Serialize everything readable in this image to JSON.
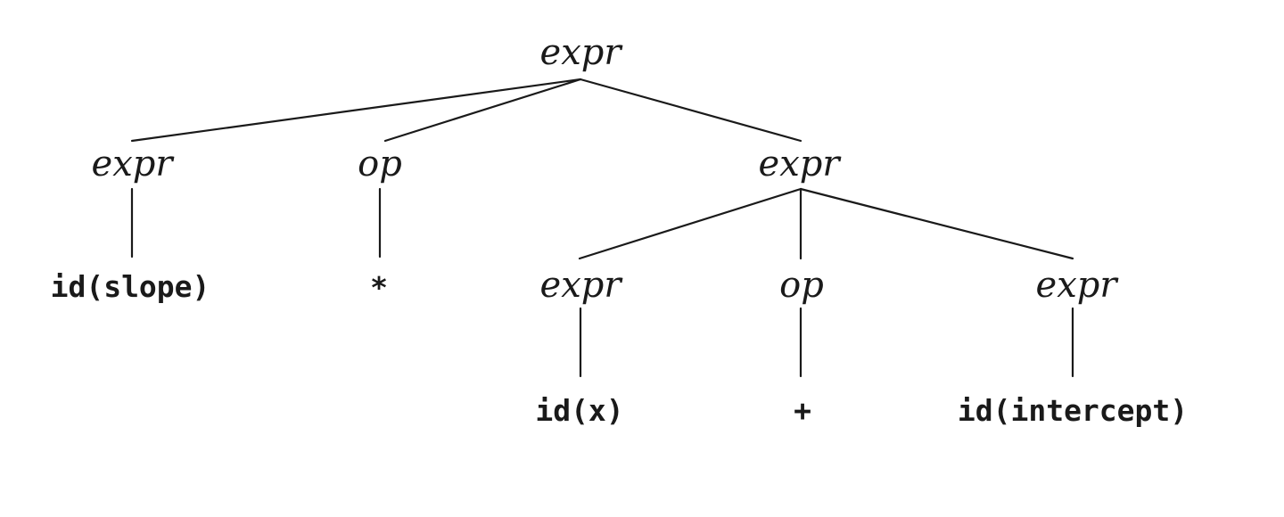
{
  "tree": {
    "root": {
      "label": "expr"
    },
    "level1": {
      "left_expr": {
        "label": "expr"
      },
      "op": {
        "label": "op"
      },
      "right_expr": {
        "label": "expr"
      }
    },
    "level2": {
      "id_slope": {
        "label": "id(slope)"
      },
      "star": {
        "label": "*"
      },
      "inner_left_expr": {
        "label": "expr"
      },
      "inner_op": {
        "label": "op"
      },
      "inner_right_expr": {
        "label": "expr"
      }
    },
    "level3": {
      "id_x": {
        "label": "id(x)"
      },
      "plus": {
        "label": "+"
      },
      "id_intercept": {
        "label": "id(intercept)"
      }
    }
  }
}
